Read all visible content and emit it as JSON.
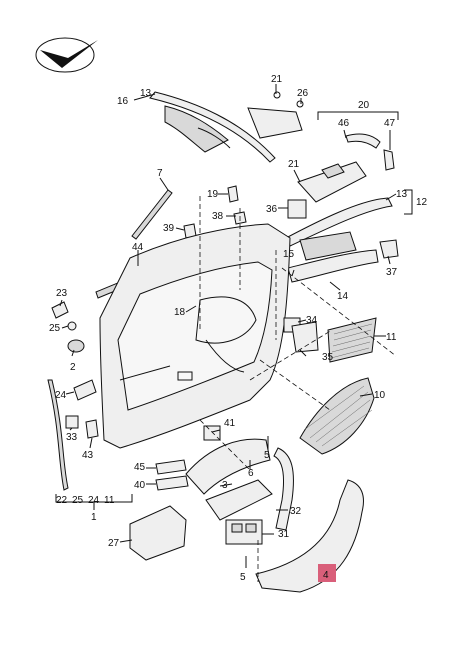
{
  "callouts": {
    "c16": "16",
    "c13a": "13",
    "c21a": "21",
    "c26": "26",
    "c20": "20",
    "c46": "46",
    "c47": "47",
    "c7": "7",
    "c21b": "21",
    "c19": "19",
    "c13b": "13",
    "c12": "12",
    "c38": "38",
    "c36": "36",
    "c39": "39",
    "c44": "44",
    "c15": "15",
    "c37": "37",
    "c23": "23",
    "c14": "14",
    "c18": "18",
    "c25a": "25",
    "c34": "34",
    "c11a": "11",
    "c35": "35",
    "c2": "2",
    "c10": "10",
    "c24a": "24",
    "c33": "33",
    "c41": "41",
    "c43": "43",
    "c5a": "5",
    "c45": "45",
    "c6": "6",
    "c40": "40",
    "c3": "3",
    "c32": "32",
    "c31": "31",
    "c27": "27",
    "c5b": "5",
    "c4": "4",
    "b22": "22",
    "b25": "25",
    "b24": "24",
    "b11": "11",
    "b1": "1"
  },
  "highlight_color": "#d95f7a"
}
